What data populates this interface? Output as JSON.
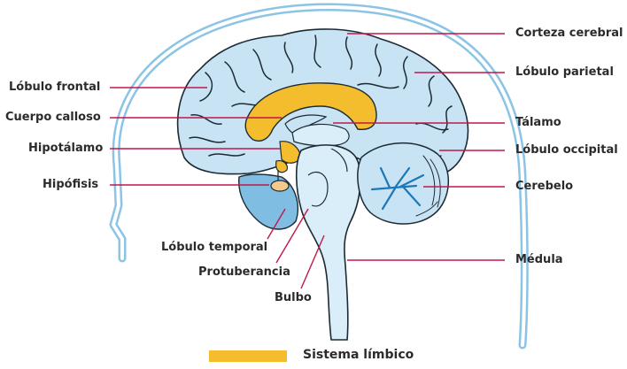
{
  "labels": {
    "frontal": "Lóbulo frontal",
    "calloso": "Cuerpo calloso",
    "hipotalamo": "Hipotálamo",
    "hipofisis": "Hipófisis",
    "temporal": "Lóbulo temporal",
    "protuberancia": "Protuberancia",
    "bulbo": "Bulbo",
    "corteza": "Corteza cerebral",
    "parietal": "Lóbulo parietal",
    "talamo": "Tálamo",
    "occipital": "Lóbulo occipital",
    "cerebelo": "Cerebelo",
    "medula": "Médula"
  },
  "legend": {
    "label": "Sistema límbico",
    "color": "#f3bd2d"
  },
  "colors": {
    "leader_line": "#c0174a",
    "brain_fill": "#c8e3f4",
    "outline": "#1d2a33",
    "head_outline": "#8cc4e6",
    "temporal_fill": "#7fbde3",
    "limbic": "#f3bd2d"
  }
}
